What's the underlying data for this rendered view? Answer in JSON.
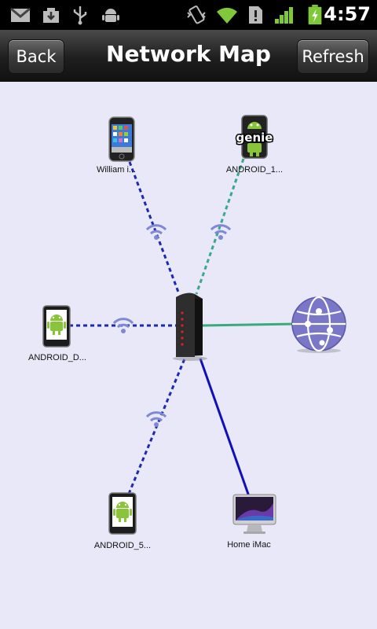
{
  "status_bar": {
    "time": "4:57",
    "icons": [
      "gmail-icon",
      "download-icon",
      "usb-icon",
      "android-debug-icon",
      "vibrate-icon",
      "wifi-signal-icon",
      "sim-alert-icon",
      "cell-signal-icon",
      "battery-charging-icon"
    ]
  },
  "header": {
    "title": "Network Map",
    "back_label": "Back",
    "refresh_label": "Refresh"
  },
  "map": {
    "devices": [
      {
        "id": "iphone",
        "label": "William i...",
        "icon": "iphone-icon",
        "connection": "wireless"
      },
      {
        "id": "genie",
        "label": "ANDROID_1...",
        "icon": "genie-phone-icon",
        "connection": "wireless"
      },
      {
        "id": "tablet",
        "label": "ANDROID_D...",
        "icon": "android-tablet-icon",
        "connection": "wireless"
      },
      {
        "id": "android5",
        "label": "ANDROID_5...",
        "icon": "android-phone-icon",
        "connection": "wireless"
      },
      {
        "id": "imac",
        "label": "Home iMac",
        "icon": "imac-icon",
        "connection": "wired"
      }
    ],
    "router_icon": "router-icon",
    "internet_icon": "internet-globe-icon",
    "colors": {
      "wireless_blue": "#1a2bb0",
      "wireless_teal": "#3aa88a",
      "wired_blue": "#1010b8",
      "internet_green": "#3aaa7a",
      "background": "#e8e8f8"
    }
  }
}
